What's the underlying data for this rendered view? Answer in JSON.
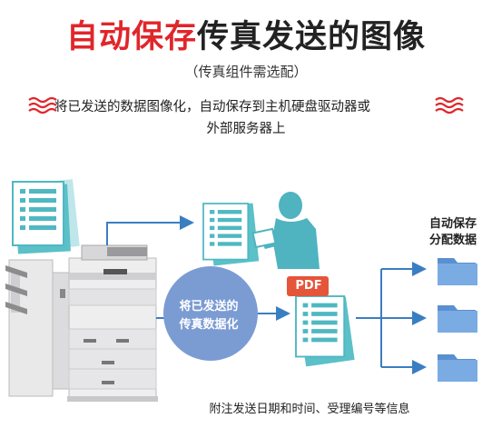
{
  "title": {
    "highlight": "自动保存",
    "rest": "传真发送的图像"
  },
  "subtitle": "（传真组件需选配）",
  "description": {
    "line1": "将已发送的数据图像化，自动保存到主机硬盘驱动器或",
    "line2": "外部服务器上"
  },
  "bubble": {
    "line1": "将已发送的",
    "line2": "传真数据化"
  },
  "pdf_label": "PDF",
  "save_label": {
    "line1": "自动保存",
    "line2": "分配数据"
  },
  "footer_note": "附注发送日期和时间、受理编号等信息",
  "colors": {
    "accent_red": "#e0262b",
    "teal": "#5bc0c8",
    "blue": "#3a7ec2",
    "bubble": "#7b9bd3",
    "folder": "#6a9edb",
    "pdf_badge": "#e55539"
  }
}
